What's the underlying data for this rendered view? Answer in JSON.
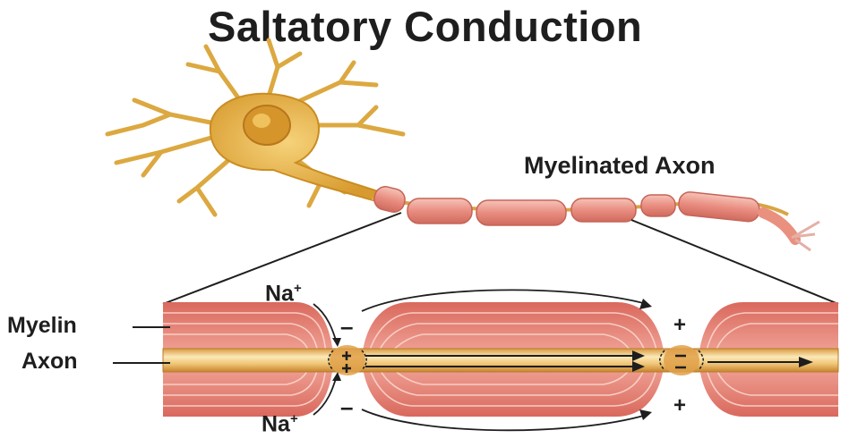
{
  "title": "Saltatory Conduction",
  "labels": {
    "myelinated_axon": "Myelinated Axon",
    "myelin": "Myelin",
    "axon": "Axon",
    "sodium": "Na",
    "sodium_charge": "+"
  },
  "charges": {
    "minus": "–",
    "plus": "+"
  },
  "colors": {
    "neuron": "#e8b84a",
    "neuron_dark": "#c98d22",
    "myelin": "#e8867a",
    "myelin_light": "#f7c9bf",
    "axon": "#e9b45a",
    "axon_highlight": "#fbe9b8"
  }
}
